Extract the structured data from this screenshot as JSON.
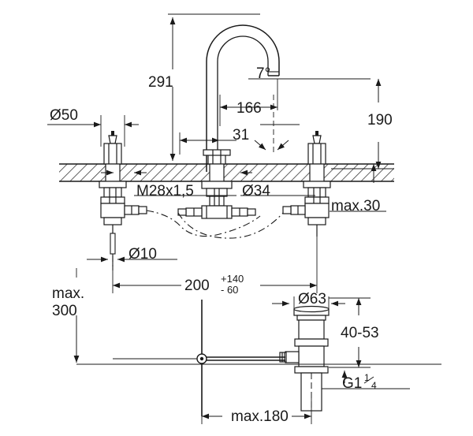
{
  "drawing": {
    "type": "technical-dimension-drawing",
    "subject": "three-hole basin mixer with pop-up waste",
    "background_color": "#ffffff",
    "line_color": "#1a1a1a",
    "hatch_color": "#3a3a3a",
    "units": "mm"
  },
  "dimensions": {
    "spout_height": "291",
    "spout_reach": "166",
    "spout_angle": "7°",
    "spout_base_offset": "31",
    "handle_height": "190",
    "handle_diameter": "Ø50",
    "thread_spec": "M28x1,5",
    "center_escutcheon": "Ø34",
    "counter_thickness": "max.30",
    "rod_diameter": "Ø10",
    "spread_nominal": "200",
    "spread_tol_plus": "+140",
    "spread_tol_minus": "- 60",
    "rod_max_drop": "max.",
    "rod_max_drop_value": "300",
    "waste_flange": "Ø63",
    "waste_range": "40-53",
    "waste_thread_prefix": "G1",
    "waste_thread_num": "1",
    "waste_thread_den": "4",
    "waste_offset": "max.180"
  },
  "labels": [
    {
      "id": "spout-height",
      "text": "291"
    },
    {
      "id": "spout-reach",
      "text": "166"
    },
    {
      "id": "spout-angle",
      "text": "7°"
    },
    {
      "id": "spout-base-offset",
      "text": "31"
    },
    {
      "id": "handle-height",
      "text": "190"
    },
    {
      "id": "handle-diameter",
      "text": "Ø50"
    },
    {
      "id": "thread-spec",
      "text": "M28x1,5"
    },
    {
      "id": "center-escutcheon",
      "text": "Ø34"
    },
    {
      "id": "counter-thickness",
      "text": "max.30"
    },
    {
      "id": "rod-diameter",
      "text": "Ø10"
    },
    {
      "id": "spread",
      "text": "200"
    },
    {
      "id": "rod-max-drop",
      "text": "max. 300"
    },
    {
      "id": "waste-flange",
      "text": "Ø63"
    },
    {
      "id": "waste-range",
      "text": "40-53"
    },
    {
      "id": "waste-thread",
      "text": "G1 1/4"
    },
    {
      "id": "waste-offset",
      "text": "max.180"
    }
  ]
}
